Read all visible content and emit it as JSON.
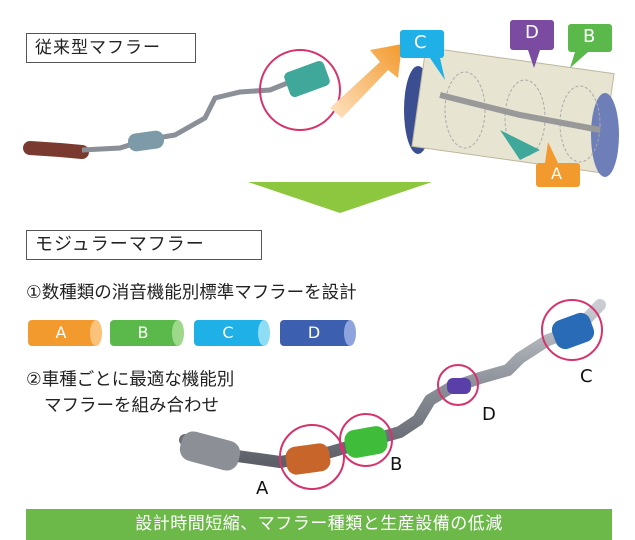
{
  "conventional_label": "従来型マフラー",
  "modular_label": "モジュラーマフラー",
  "step1": "①数種類の消音機能別標準マフラーを設計",
  "step2_line1": "②車種ごとに最適な機能別",
  "step2_line2": "マフラーを組み合わせ",
  "modules": [
    {
      "letter": "A",
      "color": "#f39a2e"
    },
    {
      "letter": "B",
      "color": "#5bb84a"
    },
    {
      "letter": "C",
      "color": "#1eb0e6"
    },
    {
      "letter": "D",
      "color": "#3d5fb0"
    }
  ],
  "top_callouts": [
    "C",
    "D",
    "B",
    "A"
  ],
  "pipe_labels": [
    "A",
    "B",
    "C",
    "D"
  ],
  "banner": "設計時間短縮、マフラー種類と生産設備の低減",
  "colors": {
    "highlight_circle": "#d6336c",
    "arrow_green": "#8dc63f",
    "banner": "#6cb94a"
  }
}
